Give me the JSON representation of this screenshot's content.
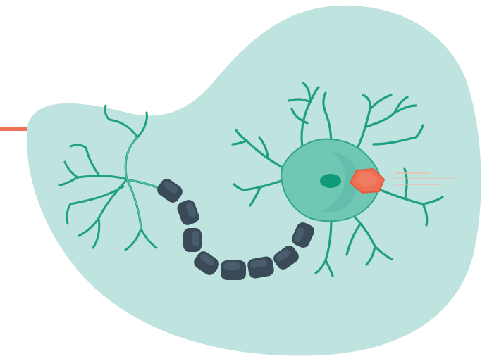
{
  "illustration": {
    "subject": "neuron-illustration",
    "colors": {
      "blob_background": "#bfe4df",
      "soma_fill": "#6fc7b4",
      "soma_outline": "#2ea98e",
      "dendrite_fill": "#5cc1aa",
      "dendrite_stroke": "#1f9f84",
      "nucleus": "#0f9a78",
      "myelin_fill": "#3a4a58",
      "myelin_highlight": "#4a5d6c",
      "axon_terminal": "#ef6f55",
      "accent_line": "#ee7356",
      "speed_lines": "#f4b7a3"
    },
    "parts": [
      "dendrites",
      "soma",
      "nucleus",
      "axon",
      "myelin-sheath",
      "axon-terminal"
    ]
  }
}
